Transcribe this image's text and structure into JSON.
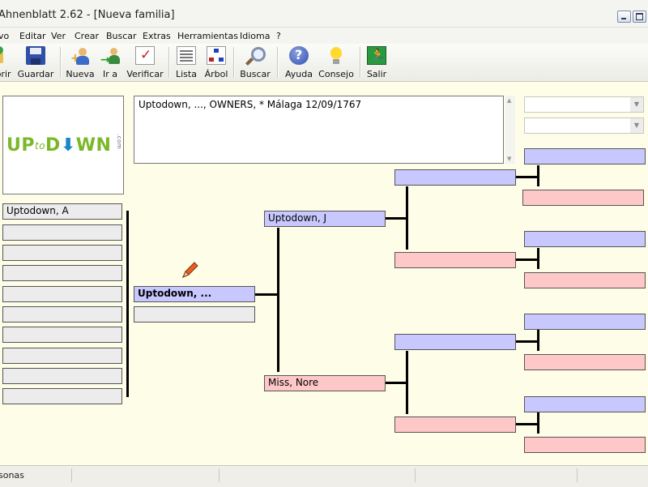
{
  "window": {
    "title": "Ahnenblatt 2.62 - [Nueva familia]"
  },
  "menu": [
    "vo",
    "Editar",
    "Ver",
    "Crear",
    "Buscar",
    "Extras",
    "Herramientas",
    "Idioma",
    "?"
  ],
  "toolbar": {
    "open": "brir",
    "save": "Guardar",
    "new": "Nueva",
    "goto": "Ir a",
    "verify": "Verificar",
    "list": "Lista",
    "tree": "Árbol",
    "search": "Buscar",
    "help": "Ayuda",
    "tip": "Consejo",
    "exit": "Salir"
  },
  "photo": {
    "logo_up": "UP",
    "logo_to": "to",
    "logo_down": "D",
    "logo_own": "WN",
    "logo_com": ".com"
  },
  "notes": "Uptodown, ..., OWNERS, * Málaga 12/09/1767",
  "children": [
    "Uptodown, A",
    "",
    "",
    "",
    "",
    "",
    "",
    "",
    "",
    ""
  ],
  "tree": {
    "main": "Uptodown, ...",
    "spouse": "",
    "father": "Uptodown, J",
    "mother": "Miss, Nore",
    "gp": [
      "",
      "",
      "",
      ""
    ],
    "ggp": [
      "",
      "",
      "",
      "",
      "",
      "",
      "",
      ""
    ]
  },
  "status": {
    "persons": "sonas"
  }
}
